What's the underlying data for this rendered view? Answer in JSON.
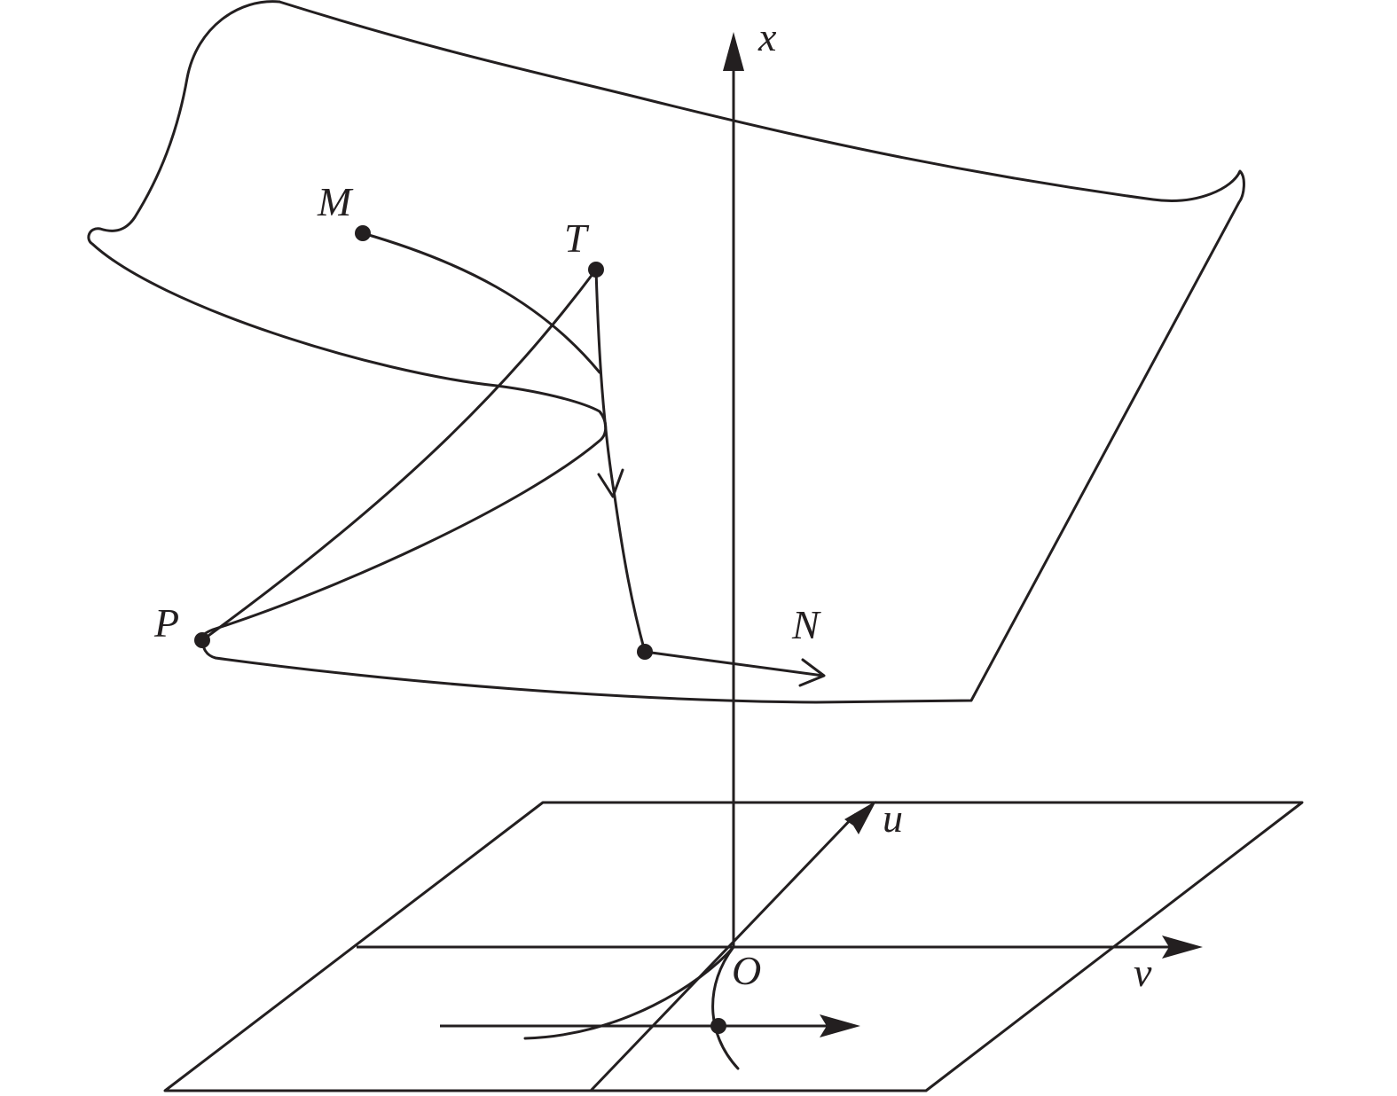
{
  "labels": {
    "x_axis": "x",
    "u_axis": "u",
    "v_axis": "v",
    "origin": "O",
    "point_M": "M",
    "point_T": "T",
    "point_P": "P",
    "point_N": "N"
  },
  "colors": {
    "line": "#231f20",
    "background": "#ffffff"
  }
}
